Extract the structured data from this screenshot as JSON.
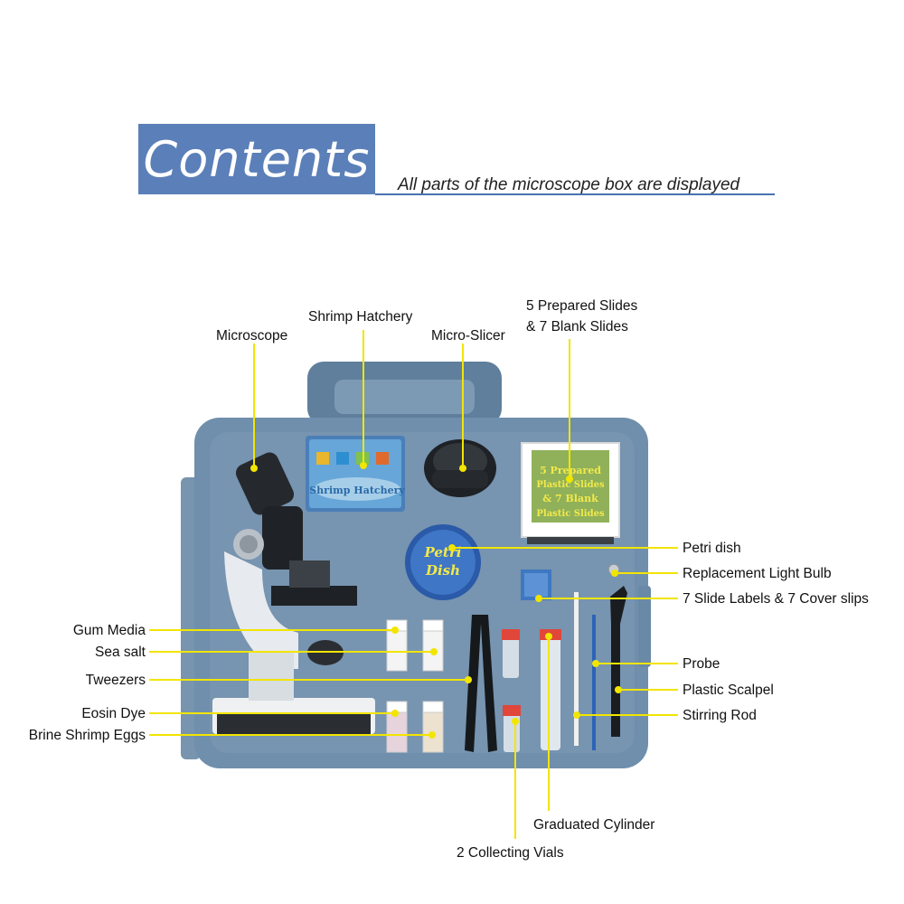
{
  "header": {
    "title": "Contents",
    "subtitle": "All parts of the microscope box are displayed"
  },
  "labels": {
    "microscope": "Microscope",
    "shrimp_hatchery": "Shrimp Hatchery",
    "micro_slicer": "Micro-Slicer",
    "prepared_slides_line1": "5 Prepared Slides",
    "prepared_slides_line2": "& 7 Blank Slides",
    "petri_dish": "Petri dish",
    "replacement_bulb": "Replacement Light Bulb",
    "slide_labels": "7 Slide Labels & 7 Cover slips",
    "gum_media": "Gum Media",
    "sea_salt": "Sea salt",
    "tweezers": "Tweezers",
    "eosin_dye": "Eosin Dye",
    "brine_shrimp_eggs": "Brine Shrimp Eggs",
    "probe": "Probe",
    "plastic_scalpel": "Plastic Scalpel",
    "stirring_rod": "Stirring Rod",
    "graduated_cylinder": "Graduated Cylinder",
    "collecting_vials": "2 Collecting Vials"
  },
  "printed": {
    "hatchery_box": "Shrimp Hatchery",
    "slides_box_line1": "5 Prepared",
    "slides_box_line2": "Plastic Slides",
    "slides_box_line3": "& 7 Blank",
    "slides_box_line4": "Plastic Slides",
    "petri_line1": "Petri",
    "petri_line2": "Dish"
  },
  "colors": {
    "header_bg": "#5b7fb8",
    "case": "#6f8fac",
    "case_dark": "#56728f",
    "leader": "#f2e500"
  }
}
